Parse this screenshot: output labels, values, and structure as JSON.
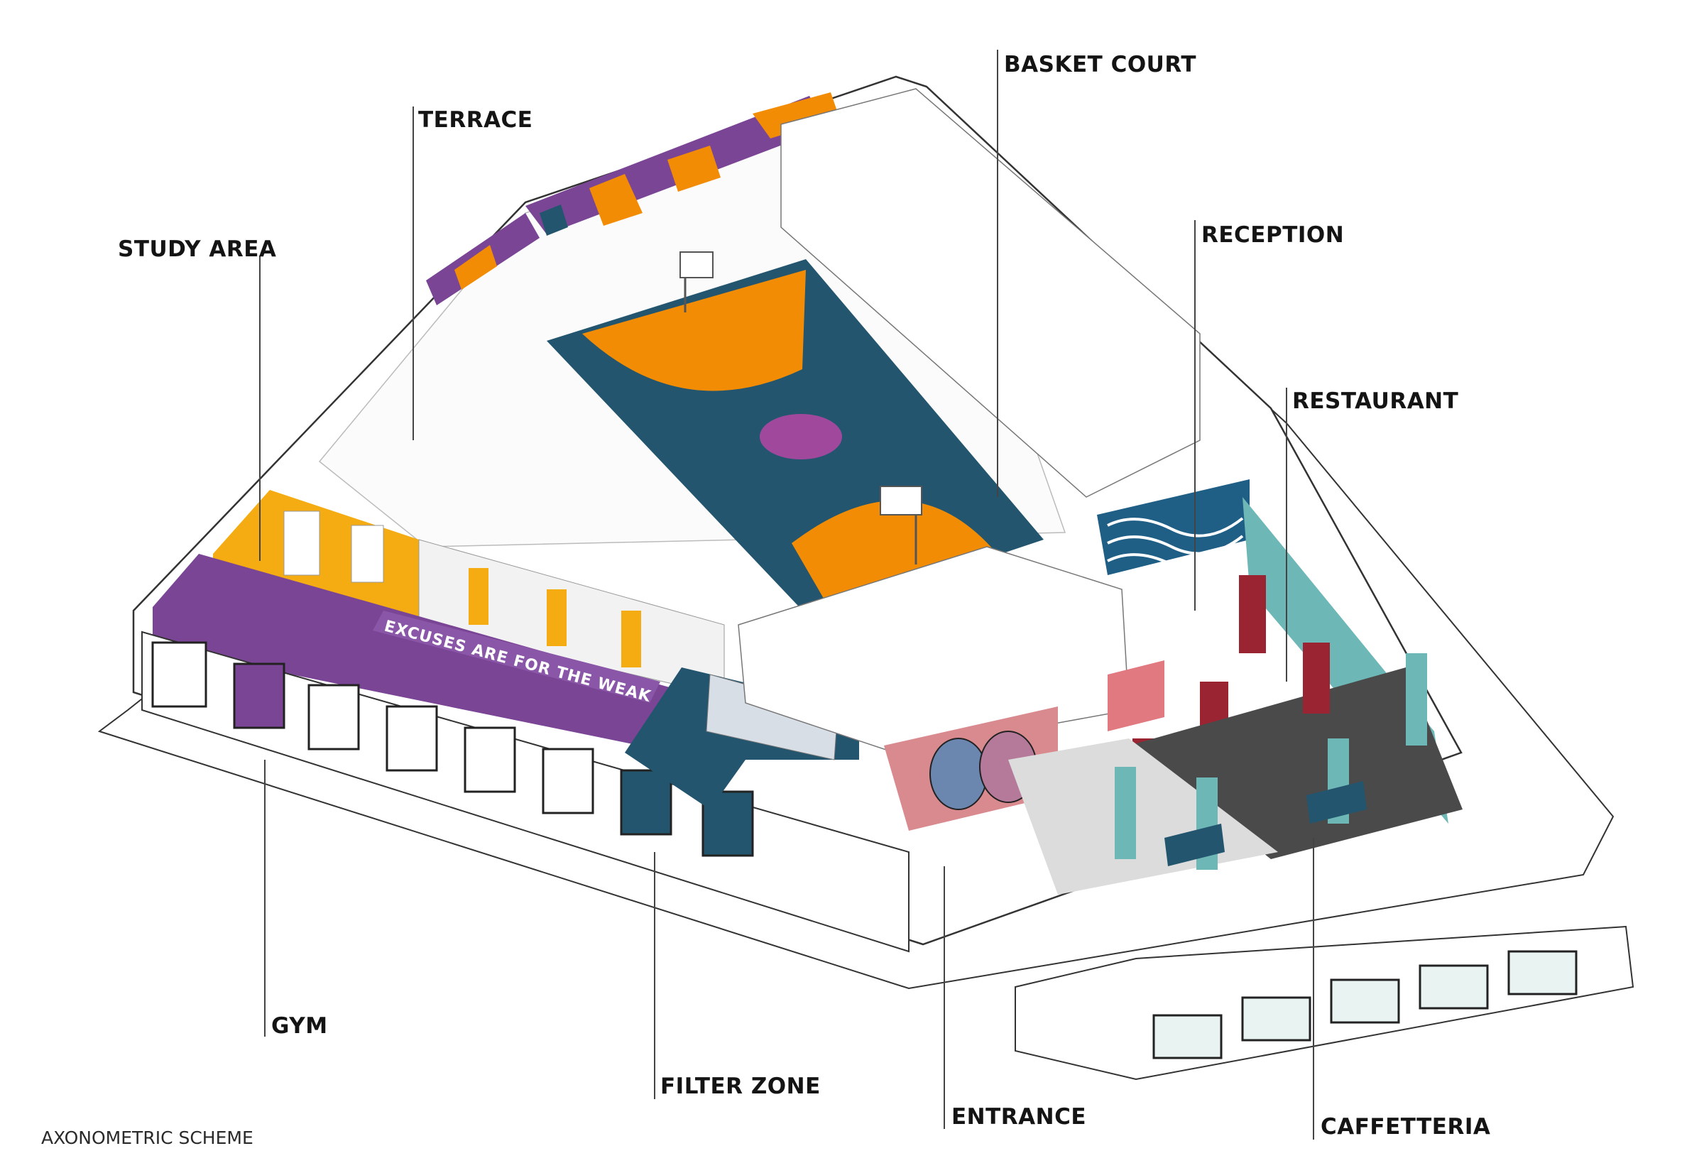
{
  "labels": {
    "terrace": "TERRACE",
    "basket_court": "BASKET COURT",
    "study_area": "STUDY AREA",
    "reception": "RECEPTION",
    "restaurant": "RESTAURANT",
    "gym": "GYM",
    "filter_zone": "FILTER ZONE",
    "entrance": "ENTRANCE",
    "caffetteria": "CAFFETTERIA"
  },
  "wall_slogan": "EXCUSES ARE FOR THE WEAK",
  "caption": "AXONOMETRIC SCHEME",
  "colors": {
    "court_blue": "#23566e",
    "court_orange": "#f28c05",
    "center_circle": "#a0489c",
    "gym_purple": "#7b4596",
    "study_yellow": "#f5ac12",
    "reception_red": "#9b2433",
    "restaurant_teal": "#6db8b6",
    "caffetteria_floor": "#4a4a4a",
    "wave_blue": "#1f5f86",
    "pink_wall": "#d98a8f"
  }
}
